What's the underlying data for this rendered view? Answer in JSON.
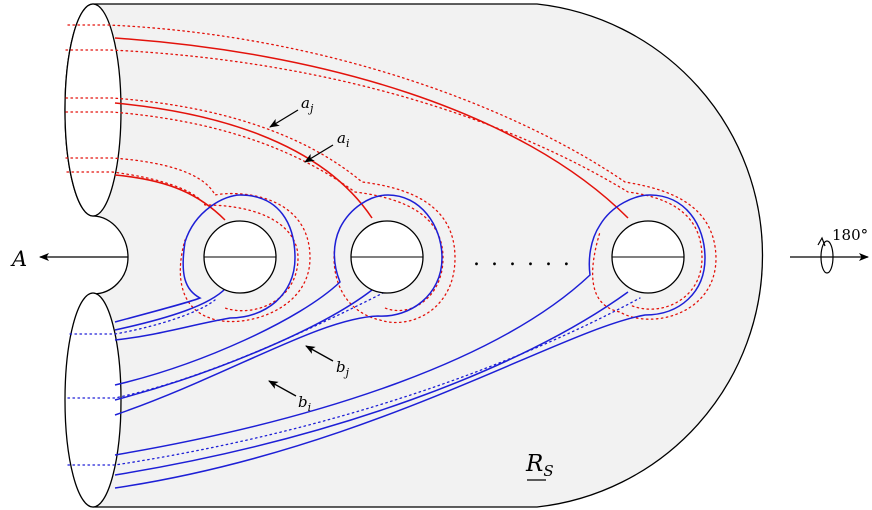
{
  "labels": {
    "A": "A",
    "a_j_main": "a",
    "a_j_sub": "j",
    "a_i_main": "a",
    "a_i_sub": "i",
    "b_j_main": "b",
    "b_j_sub": "j",
    "b_i_main": "b",
    "b_i_sub": "i",
    "rotation": "180°",
    "ellipsis": ". . . . . .",
    "region_main": "R",
    "region_sub": "S"
  },
  "colors": {
    "surface": "#f2f2f2",
    "a_curves": "#e3120b",
    "b_curves": "#1d1fd6",
    "outline": "#000000"
  }
}
